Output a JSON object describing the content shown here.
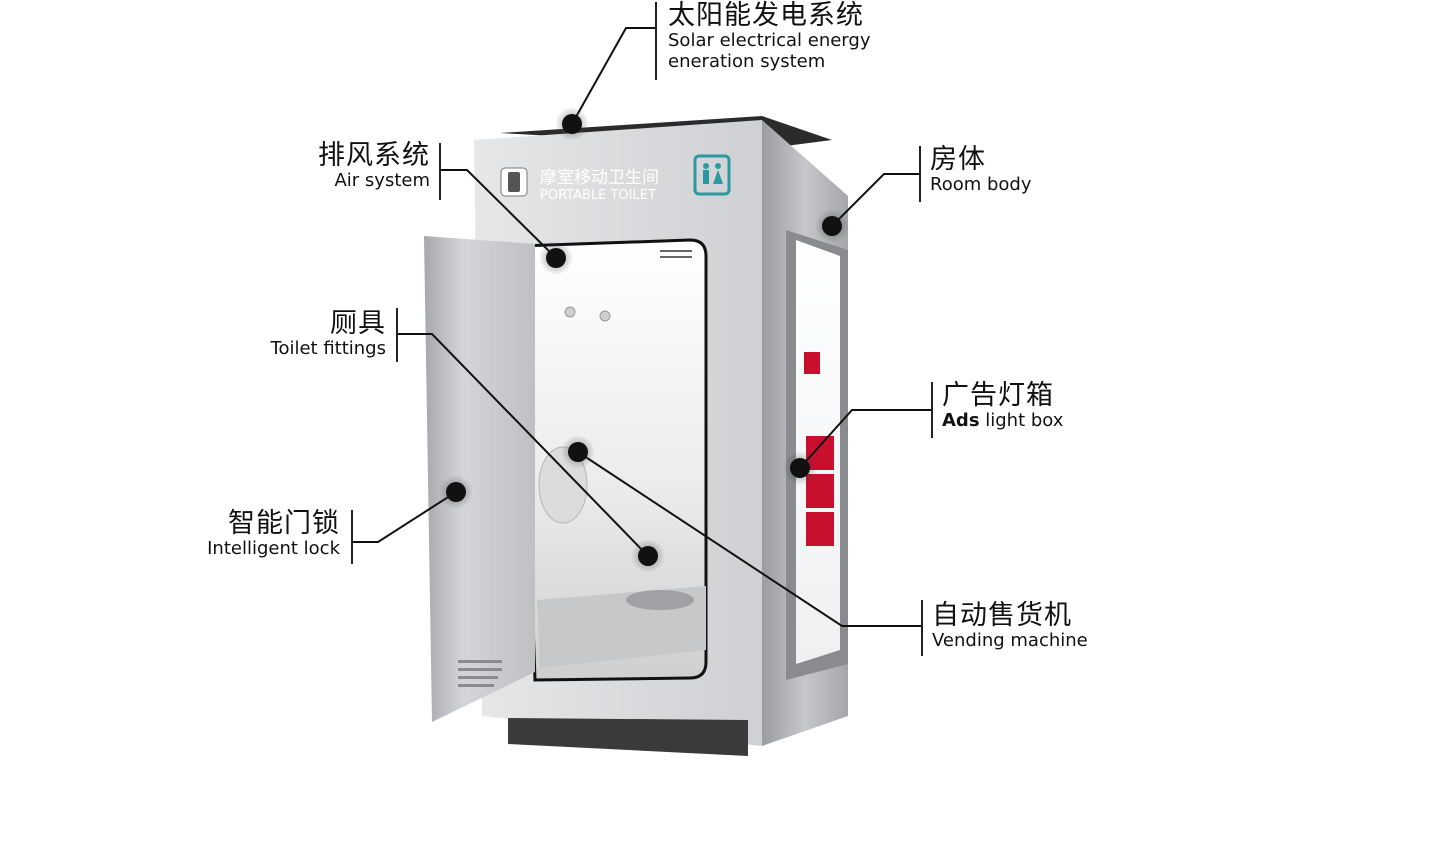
{
  "product": {
    "name_cn": "摩室移动卫生间",
    "name_en": "PORTABLE TOILET"
  },
  "callouts": [
    {
      "id": "solar",
      "cn": "太阳能发电系统",
      "en": "Solar electrical energy",
      "en2": "eneration system"
    },
    {
      "id": "air",
      "cn": "排风系统",
      "en": "Air system"
    },
    {
      "id": "room",
      "cn": "房体",
      "en": "Room body"
    },
    {
      "id": "fittings",
      "cn": "厕具",
      "en": "Toilet fittings"
    },
    {
      "id": "ads",
      "cn": "广告灯箱",
      "en_bold": "Ads",
      "en": " light box"
    },
    {
      "id": "lock",
      "cn": "智能门锁",
      "en": "Intelligent lock"
    },
    {
      "id": "vending",
      "cn": "自动售货机",
      "en": "Vending machine"
    }
  ],
  "colors": {
    "cabinet_light": "#d9dadc",
    "cabinet_mid": "#b9babd",
    "cabinet_dark": "#8d8e91",
    "interior": "#f3f3f3",
    "accent_red": "#c8102e",
    "accent_teal": "#2a9aa0",
    "line": "#111111"
  }
}
